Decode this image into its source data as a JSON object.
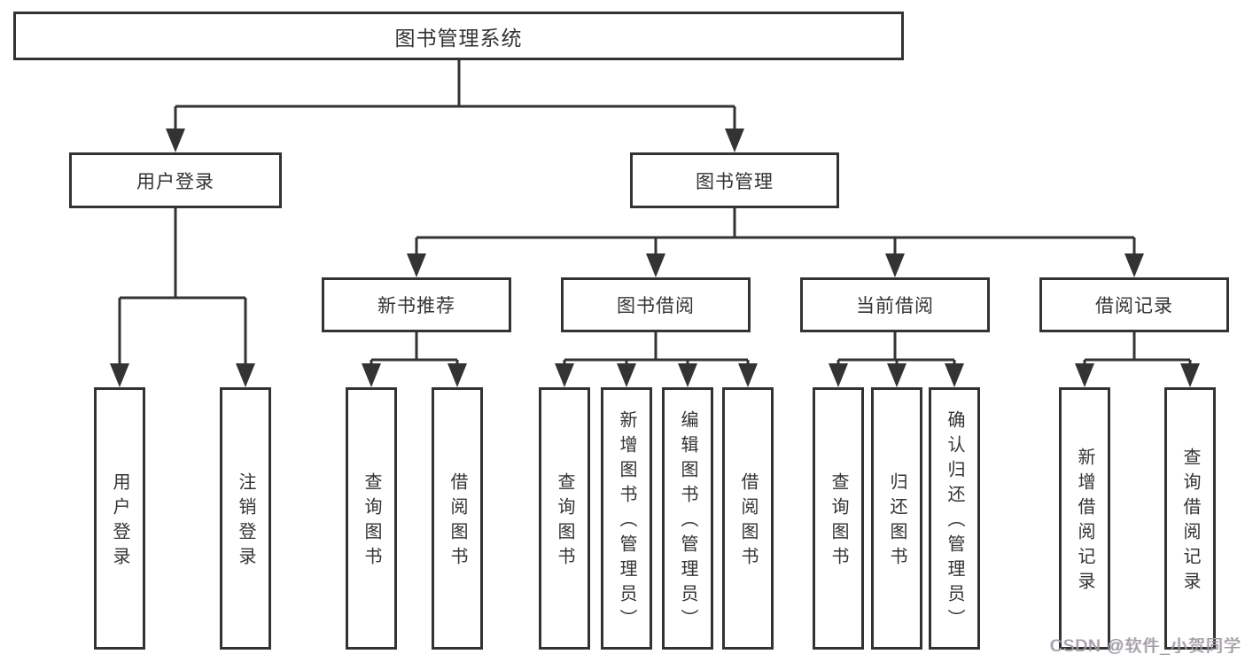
{
  "diagram": {
    "type": "function-structure-tree",
    "tree": {
      "root": {
        "label": "图书管理系统",
        "children": [
          {
            "label": "用户登录",
            "children": [
              {
                "label": "用户登录"
              },
              {
                "label": "注销登录"
              }
            ]
          },
          {
            "label": "图书管理",
            "children": [
              {
                "label": "新书推荐",
                "children": [
                  {
                    "label": "查询图书"
                  },
                  {
                    "label": "借阅图书"
                  }
                ]
              },
              {
                "label": "图书借阅",
                "children": [
                  {
                    "label": "查询图书"
                  },
                  {
                    "label": "新增图书（管理员）"
                  },
                  {
                    "label": "编辑图书（管理员）"
                  },
                  {
                    "label": "借阅图书"
                  }
                ]
              },
              {
                "label": "当前借阅",
                "children": [
                  {
                    "label": "查询图书"
                  },
                  {
                    "label": "归还图书"
                  },
                  {
                    "label": "确认归还（管理员）"
                  }
                ]
              },
              {
                "label": "借阅记录",
                "children": [
                  {
                    "label": "新增借阅记录"
                  },
                  {
                    "label": "查询借阅记录"
                  }
                ]
              }
            ]
          }
        ]
      }
    },
    "colors": {
      "line": "#333333",
      "text": "#333333",
      "box_fill": "#ffffff",
      "watermark": "#9c9ca1"
    }
  },
  "watermark": {
    "text": "CSDN @软件_小贺同学"
  }
}
